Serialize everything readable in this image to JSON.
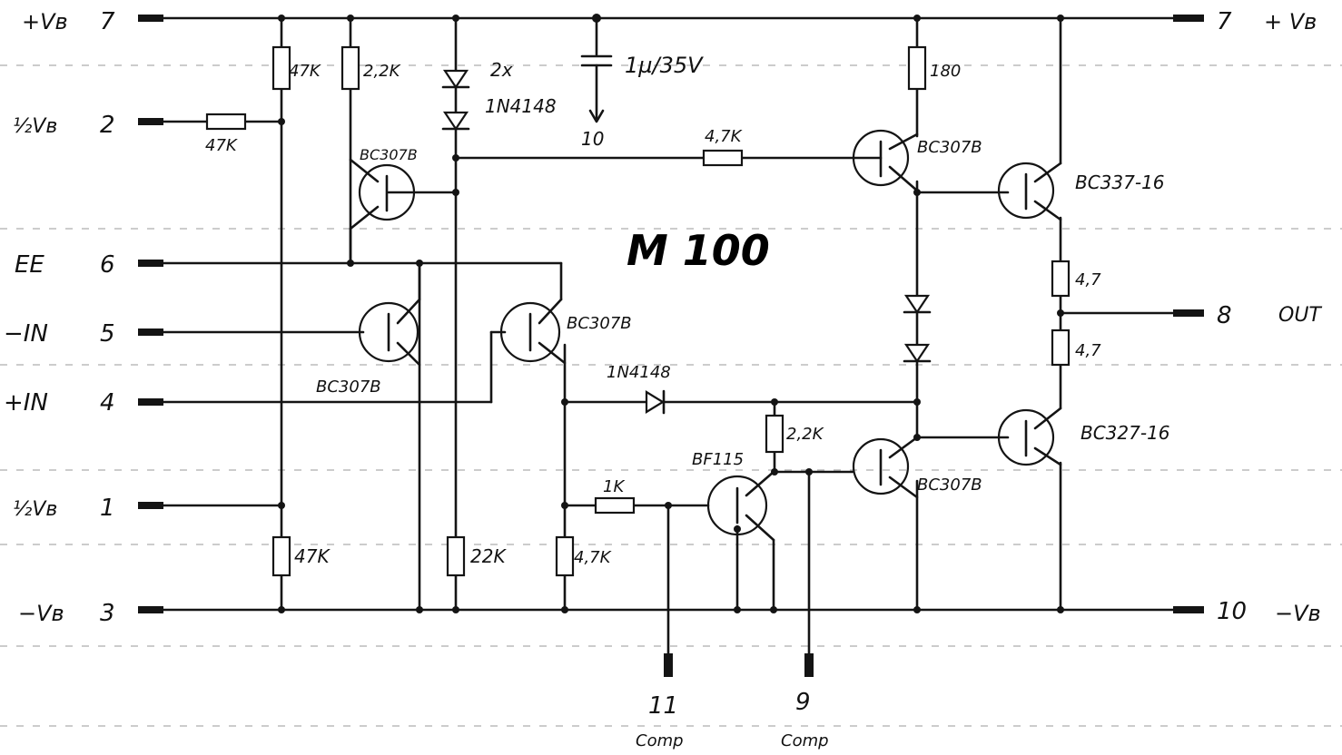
{
  "title": "M 100",
  "left_labels": {
    "vb_plus": "+Vʙ",
    "half_vb_a": "½Vʙ",
    "ee": "EE",
    "minus_in": "−IN",
    "plus_in": "+IN",
    "half_vb_b": "½Vʙ",
    "vb_minus": "−Vʙ"
  },
  "left_pins": {
    "p7": "7",
    "p2": "2",
    "p6": "6",
    "p5": "5",
    "p4": "4",
    "p1": "1",
    "p3": "3"
  },
  "right_labels": {
    "p7": "7",
    "vb_plus": "+ Vʙ",
    "p8": "8",
    "out": "OUT",
    "p10": "10",
    "vb_minus": "−Vʙ"
  },
  "bottom_labels": {
    "p11": "11",
    "p9": "9",
    "comp_a": "Comp",
    "comp_b": "Comp"
  },
  "components": {
    "r_47k_top": "47K",
    "r_47k_half": "47K",
    "r_2k2_top": "2,2K",
    "diodes_count": "2x",
    "diodes_type": "1N4148",
    "cap": "1µ/35V",
    "cap_pin": "10",
    "r_4k7_mid": "4,7K",
    "r_180": "180",
    "q_top_left": "BC307B",
    "q_top_right": "BC307B",
    "q_out_upper": "BC337-16",
    "r_4_7_a": "4,7",
    "r_4_7_b": "4,7",
    "q_minus_in": "BC307B",
    "q_plus_in": "BC307B",
    "diode_mid": "1N4148",
    "r_2k2_mid": "2,2K",
    "q_bf": "BF115",
    "q_driver": "BC307B",
    "q_out_lower": "BC327-16",
    "r_1k": "1K",
    "r_47k_bot": "47K",
    "r_22k": "22K",
    "r_4k7_bot": "4,7K"
  }
}
